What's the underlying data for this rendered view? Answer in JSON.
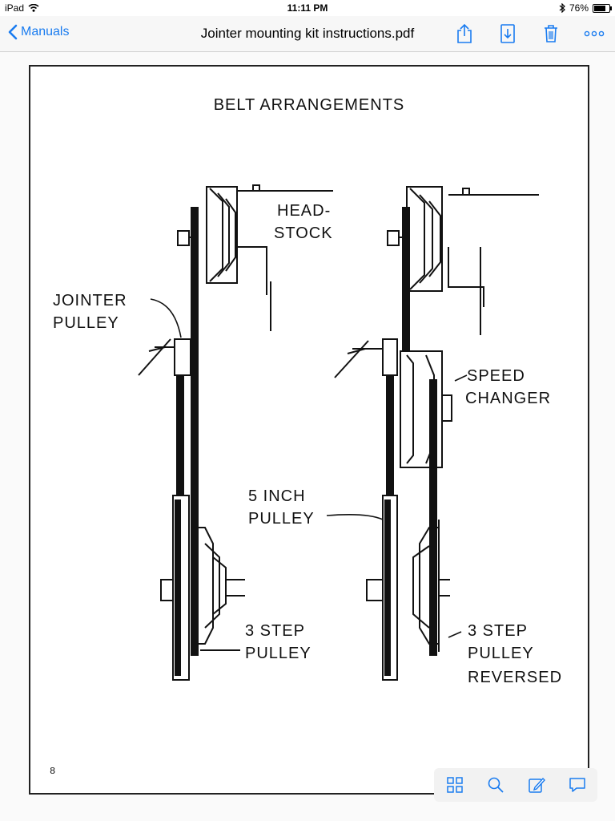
{
  "status_bar": {
    "device": "iPad",
    "time": "11:11 PM",
    "battery": "76%"
  },
  "nav": {
    "back_label": "Manuals",
    "title": "Jointer mounting kit instructions.pdf",
    "actions": [
      "share-icon",
      "download-icon",
      "trash-icon",
      "more-icon"
    ]
  },
  "page": {
    "heading": "BELT ARRANGEMENTS",
    "page_number": "8",
    "labels": {
      "head": "HEAD-",
      "stock": "STOCK",
      "jointer": "JOINTER",
      "pulley": "PULLEY",
      "speed": "SPEED",
      "changer": "CHANGER",
      "five_inch": "5 INCH",
      "three_step": "3 STEP",
      "reversed": "REVERSED"
    }
  },
  "toolbar": {
    "items": [
      "grid-icon",
      "search-icon",
      "annotate-icon",
      "comment-icon"
    ]
  },
  "colors": {
    "accent": "#1a7cf0"
  }
}
